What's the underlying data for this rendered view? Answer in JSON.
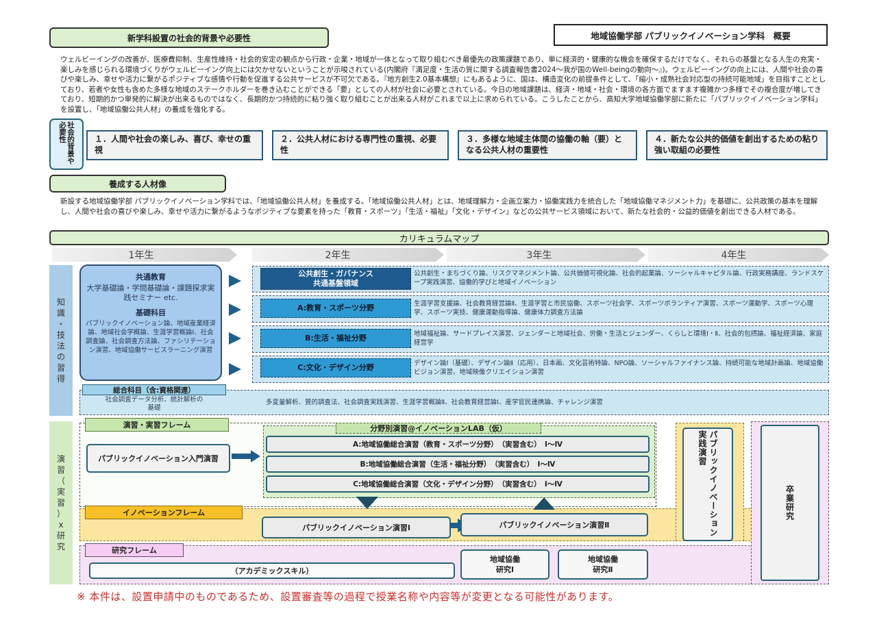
{
  "header": {
    "section1_title": "新学科設置の社会的背景や必要性",
    "doc_title": "地域協働学部 パブリックイノベーション学科　概要"
  },
  "background": {
    "paragraph": "ウェルビーイングの改善が、医療費抑制、生産性維持・社会的安定の観点から行政・企業・地域が一体となって取り組むべき最優先の政策課題であり、単に経済的・健康的な機会を確保するだけでなく、それらの基盤となる人生の充実・楽しみを感じられる環境づくりがウェルビーイング向上には欠かせないということが示唆されている(内閣府『満足度・生活の質に関する調査報告書2024～我が国のWell-beingの動向～』)。ウェルビーイングの向上には、人間や社会の喜びや楽しみ、幸せや活力に繋がるポジティブな感情や行動を促進する公共サービスが不可欠である。『地方創生2.0基本構想』にもあるように、国は、構造変化の前提条件として、「縮小・成熟社会対応型の持続可能地域」を目指すこととしており、若者や女性も含めた多様な地域のステークホルダーを巻き込むことができる「要」としての人材が社会に必要とされている。今日の地域課題は、経済・地域・社会・環境の各方面でますます複雑かつ多様でその複合度が増してきており、短期的かつ単発的に解決が出来るものではなく、長期的かつ持続的に粘り強く取り組むことが出来る人材がこれまで以上に求められている。こうしたことから、高知大学地域協働学部に新たに「パブリックイノベーション学科」を設置し、「地域協働公共人材」の養成を強化する。",
    "need_label": "社会的背景や必要性",
    "needs": [
      "１．人間や社会の楽しみ、喜び、幸せの重視",
      "２．公共人材における専門性の重視、必要性",
      "３．多様な地域主体間の協働の軸（要）となる公共人材の重要性",
      "４．新たな公共的価値を創出するための粘り強い取組の必要性"
    ]
  },
  "talent": {
    "title": "養成する人材像",
    "paragraph": "新設する地域協働学部 パブリックイノベーション学科では、「地域協働公共人材」を養成する。「地域協働公共人材」とは、地域理解力・企画立案力・協働実践力を統合した「地域協働マネジメント力」を基礎に、公共政策の基本を理解し、人間や社会の喜びや楽しみ、幸せや活力に繋がるようなポジティブな要素を持った「教育・スポーツ」「生活・福祉」「文化・デザイン」などの公共サービス領域において、新たな社会的・公益的価値を創出できる人材である。"
  },
  "curriculum": {
    "title": "カリキュラムマップ",
    "years": [
      "1年生",
      "2年生",
      "3年生",
      "4年生"
    ],
    "knowledge_label": [
      "知",
      "識",
      "・",
      "技",
      "法",
      "の",
      "習",
      "得"
    ],
    "practice_label": [
      "演",
      "習",
      "（",
      "実",
      "習",
      "）",
      "x",
      "研",
      "究"
    ],
    "common": {
      "title": "共通教育",
      "body": "大学基礎論・学問基礎論・課題探求実践セミナー etc.",
      "basic_title": "基礎科目",
      "basic_body": "パブリックイノベーション論、地域産業経済論、地域社会学概論、生涯学習概論Ⅰ、社会調査論、社会調査方法論、ファシリテーション演習、地域協働サービスラーニング演習"
    },
    "fields": [
      {
        "name": "公共創生・ガバナンス\n共通基盤領域",
        "courses": "公共創生・まちづくり論、リスクマネジメント論、公共価値可視化論、社会的起業論、ソーシャルキャピタル論、行政実務講座、ランドスケープ実践演習、協働的学びと地域イノベーション"
      },
      {
        "name": "A:教育・スポーツ分野",
        "courses": "生涯学習支援論、社会教育経営論Ⅱ、生涯学習と市民協働、スポーツ社会学、スポーツボランティア演習、スポーツ運動学、スポーツ心理学、スポーツ実技、健康運動指導論、健康体力調査方法論"
      },
      {
        "name": "B:生活・福祉分野",
        "courses": "地域福祉論、サードプレイス演習、ジェンダーと地域社会、労働・生活とジェンダー、くらしと環境Ⅰ・Ⅱ、社会的包摂論、福祉経済論、家庭経営学"
      },
      {
        "name": "C:文化・デザイン分野",
        "courses": "デザイン論Ⅰ（基礎）、デザイン論Ⅱ（応用）、日本画、文化芸術特論、NPO論、ソーシャルファイナンス論、持続可能な地域計画論、地域協働ビジョン演習、地域映像クリエイション演習"
      }
    ],
    "integrated": {
      "title": "総合科目（含:資格関連）",
      "left": "社会調査データ分析、統計解析の基礎",
      "right": "多変量解析、質的調査法、社会調査実践演習、生涯学習概論Ⅱ、社会教育経営論Ⅰ、産学官民連携論、チャレンジ演習"
    },
    "practice_frame": "演習・実習フレーム",
    "intro_seminar": "パブリックイノベーション入門演習",
    "lab_title": "分野別演習@イノベーションLAB（仮）",
    "lab_items": [
      "A:地域協働総合演習（教育・スポーツ分野）　（実習含む）　Ⅰ～Ⅳ",
      "B:地域協働総合演習（生活・福祉分野）　（実習含む）　Ⅰ～Ⅳ",
      "C:地域協働総合演習（文化・デザイン分野）　（実習含む）　Ⅰ～Ⅳ"
    ],
    "practice_box": "パブリックイノベーション実践演習",
    "innovation_frame": "イノベーションフレーム",
    "innov_1": "パブリックイノベーション演習Ⅰ",
    "innov_2": "パブリックイノベーション演習Ⅱ",
    "research_frame": "研究フレーム",
    "academic": "（アカデミックスキル）",
    "research_1": "地域協働\n研究Ⅰ",
    "research_2": "地域協働\n研究Ⅱ",
    "graduation": "卒業研究"
  },
  "notice": "※ 本件は、設置申請中のものであるため、設置審査等の過程で授業名称や内容等が変更となる可能性があります。"
}
